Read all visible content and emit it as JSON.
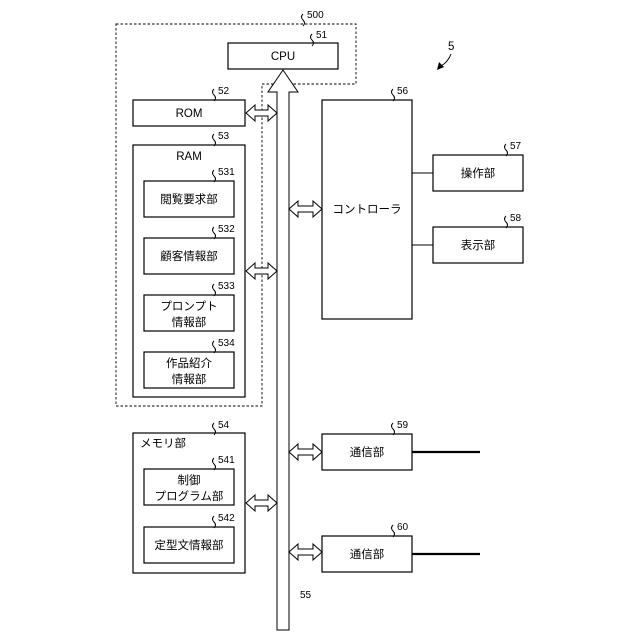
{
  "figure_number": "5",
  "blocks": {
    "cpu_area": {
      "ref": "500"
    },
    "cpu": {
      "label": "CPU",
      "ref": "51"
    },
    "rom": {
      "label": "ROM",
      "ref": "52"
    },
    "ram": {
      "label": "RAM",
      "ref": "53"
    },
    "browse_request": {
      "label": "閲覧要求部",
      "ref": "531"
    },
    "customer_info": {
      "label": "顧客情報部",
      "ref": "532"
    },
    "prompt_info": {
      "line1": "プロンプト",
      "line2": "情報部",
      "ref": "533"
    },
    "work_intro_info": {
      "line1": "作品紹介",
      "line2": "情報部",
      "ref": "534"
    },
    "memory": {
      "label": "メモリ部",
      "ref": "54"
    },
    "control_program": {
      "line1": "制御",
      "line2": "プログラム部",
      "ref": "541"
    },
    "fixed_text_info": {
      "label": "定型文情報部",
      "ref": "542"
    },
    "bus": {
      "ref": "55"
    },
    "controller": {
      "label": "コントローラ",
      "ref": "56"
    },
    "operation": {
      "label": "操作部",
      "ref": "57"
    },
    "display": {
      "label": "表示部",
      "ref": "58"
    },
    "comm_1": {
      "label": "通信部",
      "ref": "59"
    },
    "comm_2": {
      "label": "通信部",
      "ref": "60"
    }
  }
}
